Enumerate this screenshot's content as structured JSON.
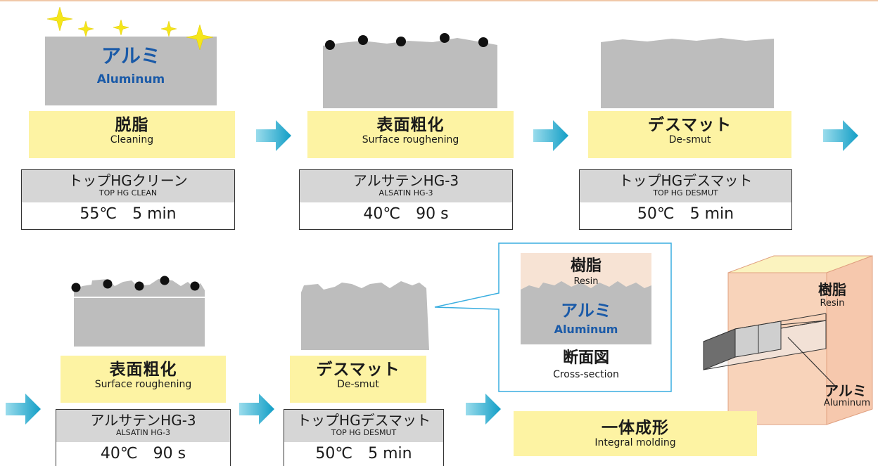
{
  "alu_label": {
    "jp": "アルミ",
    "en": "Aluminum"
  },
  "steps": [
    {
      "jp": "脱脂",
      "en": "Cleaning",
      "product": "トップHGクリーン",
      "code": "TOP HG CLEAN",
      "condition": "55℃　5 min"
    },
    {
      "jp": "表面粗化",
      "en": "Surface roughening",
      "product": "アルサテンHG-3",
      "code": "ALSATIN HG-3",
      "condition": "40℃　90 s"
    },
    {
      "jp": "デスマット",
      "en": "De-smut",
      "product": "トップHGデスマット",
      "code": "TOP HG DESMUT",
      "condition": "50℃　5 min"
    },
    {
      "jp": "表面粗化",
      "en": "Surface roughening",
      "product": "アルサテンHG-3",
      "code": "ALSATIN HG-3",
      "condition": "40℃　90 s"
    },
    {
      "jp": "デスマット",
      "en": "De-smut",
      "product": "トップHGデスマット",
      "code": "TOP HG DESMUT",
      "condition": "50℃　5 min"
    }
  ],
  "final_step": {
    "jp": "一体成形",
    "en": "Integral molding"
  },
  "cross_section": {
    "title_jp": "断面図",
    "title_en": "Cross-section",
    "resin_jp": "樹脂",
    "resin_en": "Resin",
    "alu_jp": "アルミ",
    "alu_en": "Aluminum"
  },
  "molding_3d": {
    "resin_jp": "樹脂",
    "resin_en": "Resin",
    "alu_jp": "アルミ",
    "alu_en": "Aluminum"
  },
  "colors": {
    "label_bg": "#fdf3a3",
    "arrow": "#21b6d6",
    "aluminum": "#bdbdbd",
    "text_blue": "#1a5aa8",
    "resin": "#f7d2b8"
  }
}
